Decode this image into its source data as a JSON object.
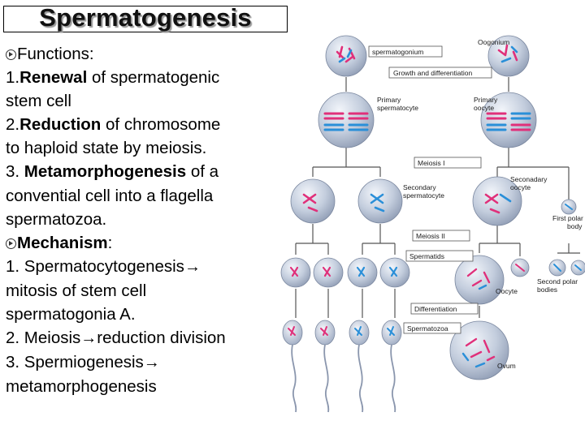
{
  "title": "Spermatogenesis",
  "text": {
    "functions_label": "Functions",
    "colon": ":",
    "item1_num": "1.",
    "item1_bold": "Renewal",
    "item1_rest": " of spermatogenic",
    "item1_cont": "stem cell",
    "item2_num": "2.",
    "item2_bold": "Reduction",
    "item2_rest": " of chromosome",
    "item2_cont": "to haploid state by meiosis.",
    "item3_num": "3. ",
    "item3_bold": "Metamorphogenesis",
    "item3_rest": " of a",
    "item3_cont1": "convential cell into a flagella",
    "item3_cont2": "spermatozoa.",
    "mechanism_label": "Mechanism",
    "mech1_a": "1. Spermatocytogenesis",
    "mech1_b": "mitosis of stem cell",
    "mech1_c": "spermatogonia A.",
    "mech2_a": "2. Meiosis",
    "mech2_b": "reduction division",
    "mech3_a": "3. Spermiogenesis",
    "mech3_b": "metamorphogenesis"
  },
  "figure": {
    "oogonium": "Oogonium",
    "spermatogonium": "spermatogonium",
    "growth": "Growth and differentiation",
    "primary_sperm_1": "Primary",
    "primary_sperm_2": "spermatocyte",
    "primary_oocyte_1": "Primary",
    "primary_oocyte_2": "oocyte",
    "meiosis1": "Meiosis I",
    "secondary_sperm_1": "Secondary",
    "secondary_sperm_2": "spermatocyte",
    "secondary_oocyte_1": "Seconadary",
    "secondary_oocyte_2": "oocyte",
    "first_polar_1": "First polar",
    "first_polar_2": "body",
    "meiosis2": "Meiosis II",
    "spermatids": "Spermatids",
    "oocyte": "Oocyte",
    "second_polar_1": "Second polar",
    "second_polar_2": "bodies",
    "differentiation": "Differentiation",
    "spermatozoa": "Spermatozoa",
    "ovum": "Ovum"
  },
  "colors": {
    "pink": "#e0307a",
    "blue": "#2a8fd8",
    "cell": "#b8c4d8"
  }
}
